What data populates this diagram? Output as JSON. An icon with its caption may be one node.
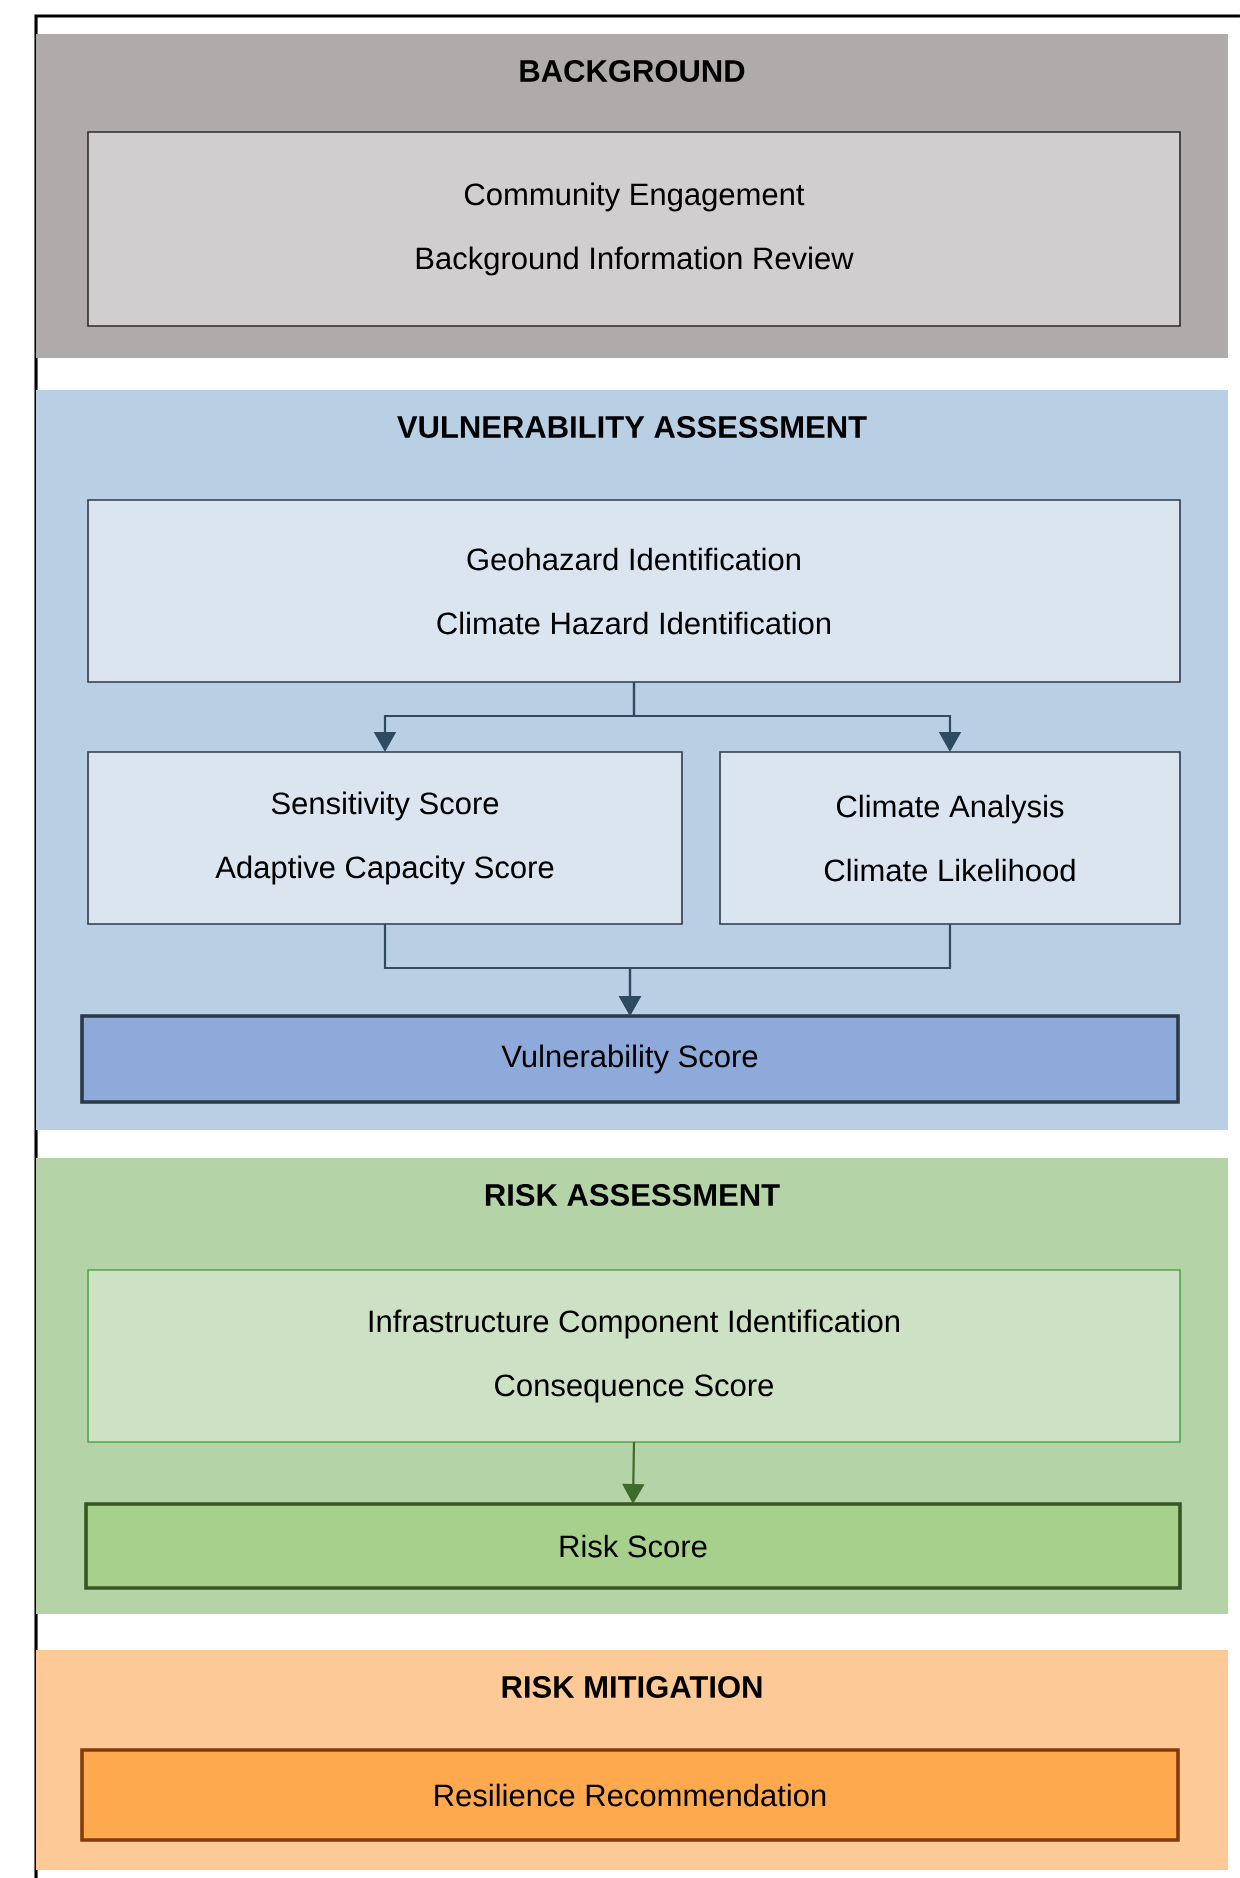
{
  "diagram": {
    "nodes": [
      {
        "text": [
          "BACKGROUND"
        ]
      },
      {
        "text": [
          "Community Engagement",
          "Background Information Review"
        ],
        "in": 0
      },
      {
        "text": [
          "VULNERABILITY ASSESSMENT"
        ]
      },
      {
        "text": [
          "Geohazard Identification",
          "Climate Hazard Identification"
        ],
        "in": 2
      },
      {
        "text": [
          "Sensitivity Score",
          "Adaptive Capacity Score"
        ],
        "in": 2
      },
      {
        "text": [
          "Climate Analysis",
          "Climate Likelihood"
        ],
        "in": 2
      },
      {
        "text": [
          "Vulnerability Score"
        ],
        "in": 2
      },
      {
        "text": [
          "RISK ASSESSMENT"
        ]
      },
      {
        "text": [
          "Infrastructure Component Identification",
          "Consequence Score"
        ],
        "in": 7
      },
      {
        "text": [
          "Risk Score"
        ],
        "in": 7
      },
      {
        "text": [
          "RISK MITIGATION"
        ]
      },
      {
        "text": [
          "Resilience Recommendation"
        ],
        "in": 10
      }
    ],
    "edges": [
      {
        "from": 3,
        "to": 4,
        "arrow": "to"
      },
      {
        "from": 3,
        "to": 5,
        "arrow": "to"
      },
      {
        "from": 4,
        "to": 6,
        "arrow": "to"
      },
      {
        "from": 5,
        "to": 6,
        "arrow": "to"
      },
      {
        "from": 8,
        "to": 9,
        "arrow": "to",
        "color": "#3f6b2a"
      }
    ]
  }
}
